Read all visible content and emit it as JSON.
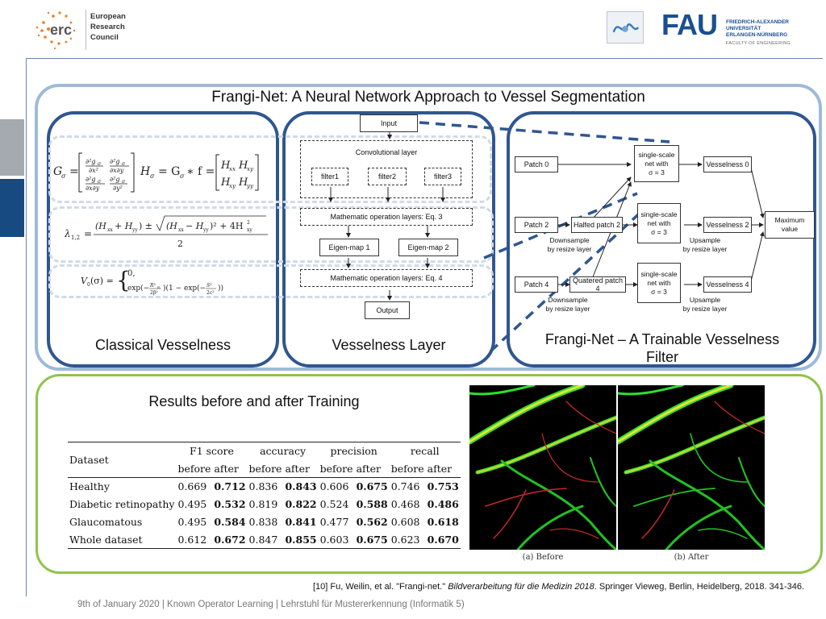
{
  "header": {
    "erc_lines": [
      "European",
      "Research",
      "Council"
    ],
    "erc_logo_text": "erc",
    "fau_logo": "FAU",
    "fau_lines": [
      "FRIEDRICH-ALEXANDER",
      "UNIVERSITÄT",
      "ERLANGEN-NÜRNBERG"
    ],
    "fau_sub": "FACULTY OF ENGINEERING"
  },
  "title": "Frangi-Net: A Neural Network Approach to Vessel Segmentation",
  "panels": {
    "classical": "Classical Vesselness",
    "layer": "Vesselness Layer",
    "frangi": [
      "Frangi-Net – A Trainable Vesselness",
      "Filter"
    ]
  },
  "layer_diagram": {
    "input": "Input",
    "conv": "Convolutional layer",
    "filters": [
      "filter1",
      "filter2",
      "filter3"
    ],
    "math1": "Mathematic operation layers: Eq. 3",
    "eigen": [
      "Eigen-map 1",
      "Eigen-map 2"
    ],
    "math2": "Mathematic operation layers: Eq. 4",
    "output": "Output"
  },
  "frangi_diagram": {
    "patches": [
      "Patch 0",
      "Patch 2",
      "Patch 4"
    ],
    "mid_patches": [
      "Halfed patch 2",
      "Quatered patch 4"
    ],
    "net": [
      "single-scale",
      "net with",
      "σ = 3"
    ],
    "vesselness": [
      "Vesselness 0",
      "Vesselness 2",
      "Vesselness 4"
    ],
    "max": [
      "Maximum",
      "value"
    ],
    "down": [
      "Downsample",
      "by resize layer"
    ],
    "up": [
      "Upsample",
      "by resize layer"
    ]
  },
  "results": {
    "title": "Results before and after Training",
    "col_dataset": "Dataset",
    "metrics": [
      "F1 score",
      "accuracy",
      "precision",
      "recall"
    ],
    "sub": [
      "before",
      "after"
    ],
    "rows": [
      {
        "name": "Healthy",
        "vals": [
          "0.669",
          "0.712",
          "0.836",
          "0.843",
          "0.606",
          "0.675",
          "0.746",
          "0.753"
        ]
      },
      {
        "name": "Diabetic retinopathy",
        "vals": [
          "0.495",
          "0.532",
          "0.819",
          "0.822",
          "0.524",
          "0.588",
          "0.468",
          "0.486"
        ]
      },
      {
        "name": "Glaucomatous",
        "vals": [
          "0.495",
          "0.584",
          "0.838",
          "0.841",
          "0.477",
          "0.562",
          "0.608",
          "0.618"
        ]
      },
      {
        "name": "Whole dataset",
        "vals": [
          "0.612",
          "0.672",
          "0.847",
          "0.855",
          "0.603",
          "0.675",
          "0.623",
          "0.670"
        ]
      }
    ],
    "captions": [
      "(a) Before",
      "(b) After"
    ]
  },
  "reference": {
    "pre": "[10] Fu, Weilin, et al. \"Frangi-net.\" ",
    "italic": "Bildverarbeitung für die Medizin 2018",
    "post": ". Springer Vieweg, Berlin, Heidelberg, 2018. 341-346."
  },
  "footer": "9th of January 2020  |  Known Operator Learning  |   Lehrstuhl für Mustererkennung (Informatik 5)"
}
